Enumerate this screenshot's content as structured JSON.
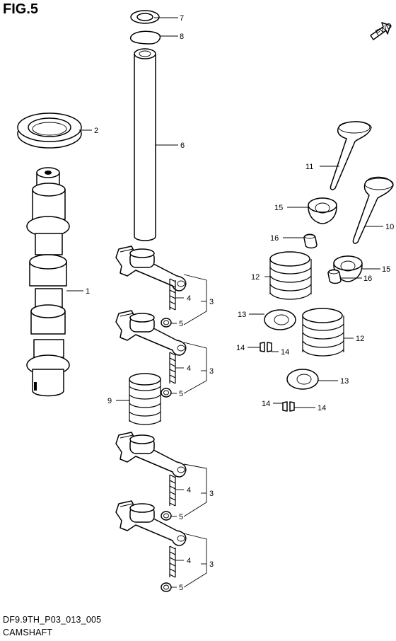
{
  "figure": {
    "title": "FIG.5",
    "code": "DF9.9TH_P03_013_005",
    "name": "CAMSHAFT",
    "fwd_label": "FWD"
  },
  "callouts": {
    "c1": "1",
    "c2": "2",
    "c3a": "3",
    "c3b": "3",
    "c3c": "3",
    "c3d": "3",
    "c4a": "4",
    "c4b": "4",
    "c4c": "4",
    "c4d": "4",
    "c5a": "5",
    "c5b": "5",
    "c5c": "5",
    "c5d": "5",
    "c6": "6",
    "c7": "7",
    "c8": "8",
    "c9": "9",
    "c10": "10",
    "c11": "11",
    "c12a": "12",
    "c12b": "12",
    "c13a": "13",
    "c13b": "13",
    "c14a": "14",
    "c14b": "14",
    "c14c": "14",
    "c14d": "14",
    "c15a": "15",
    "c15b": "15",
    "c16a": "16",
    "c16b": "16"
  }
}
